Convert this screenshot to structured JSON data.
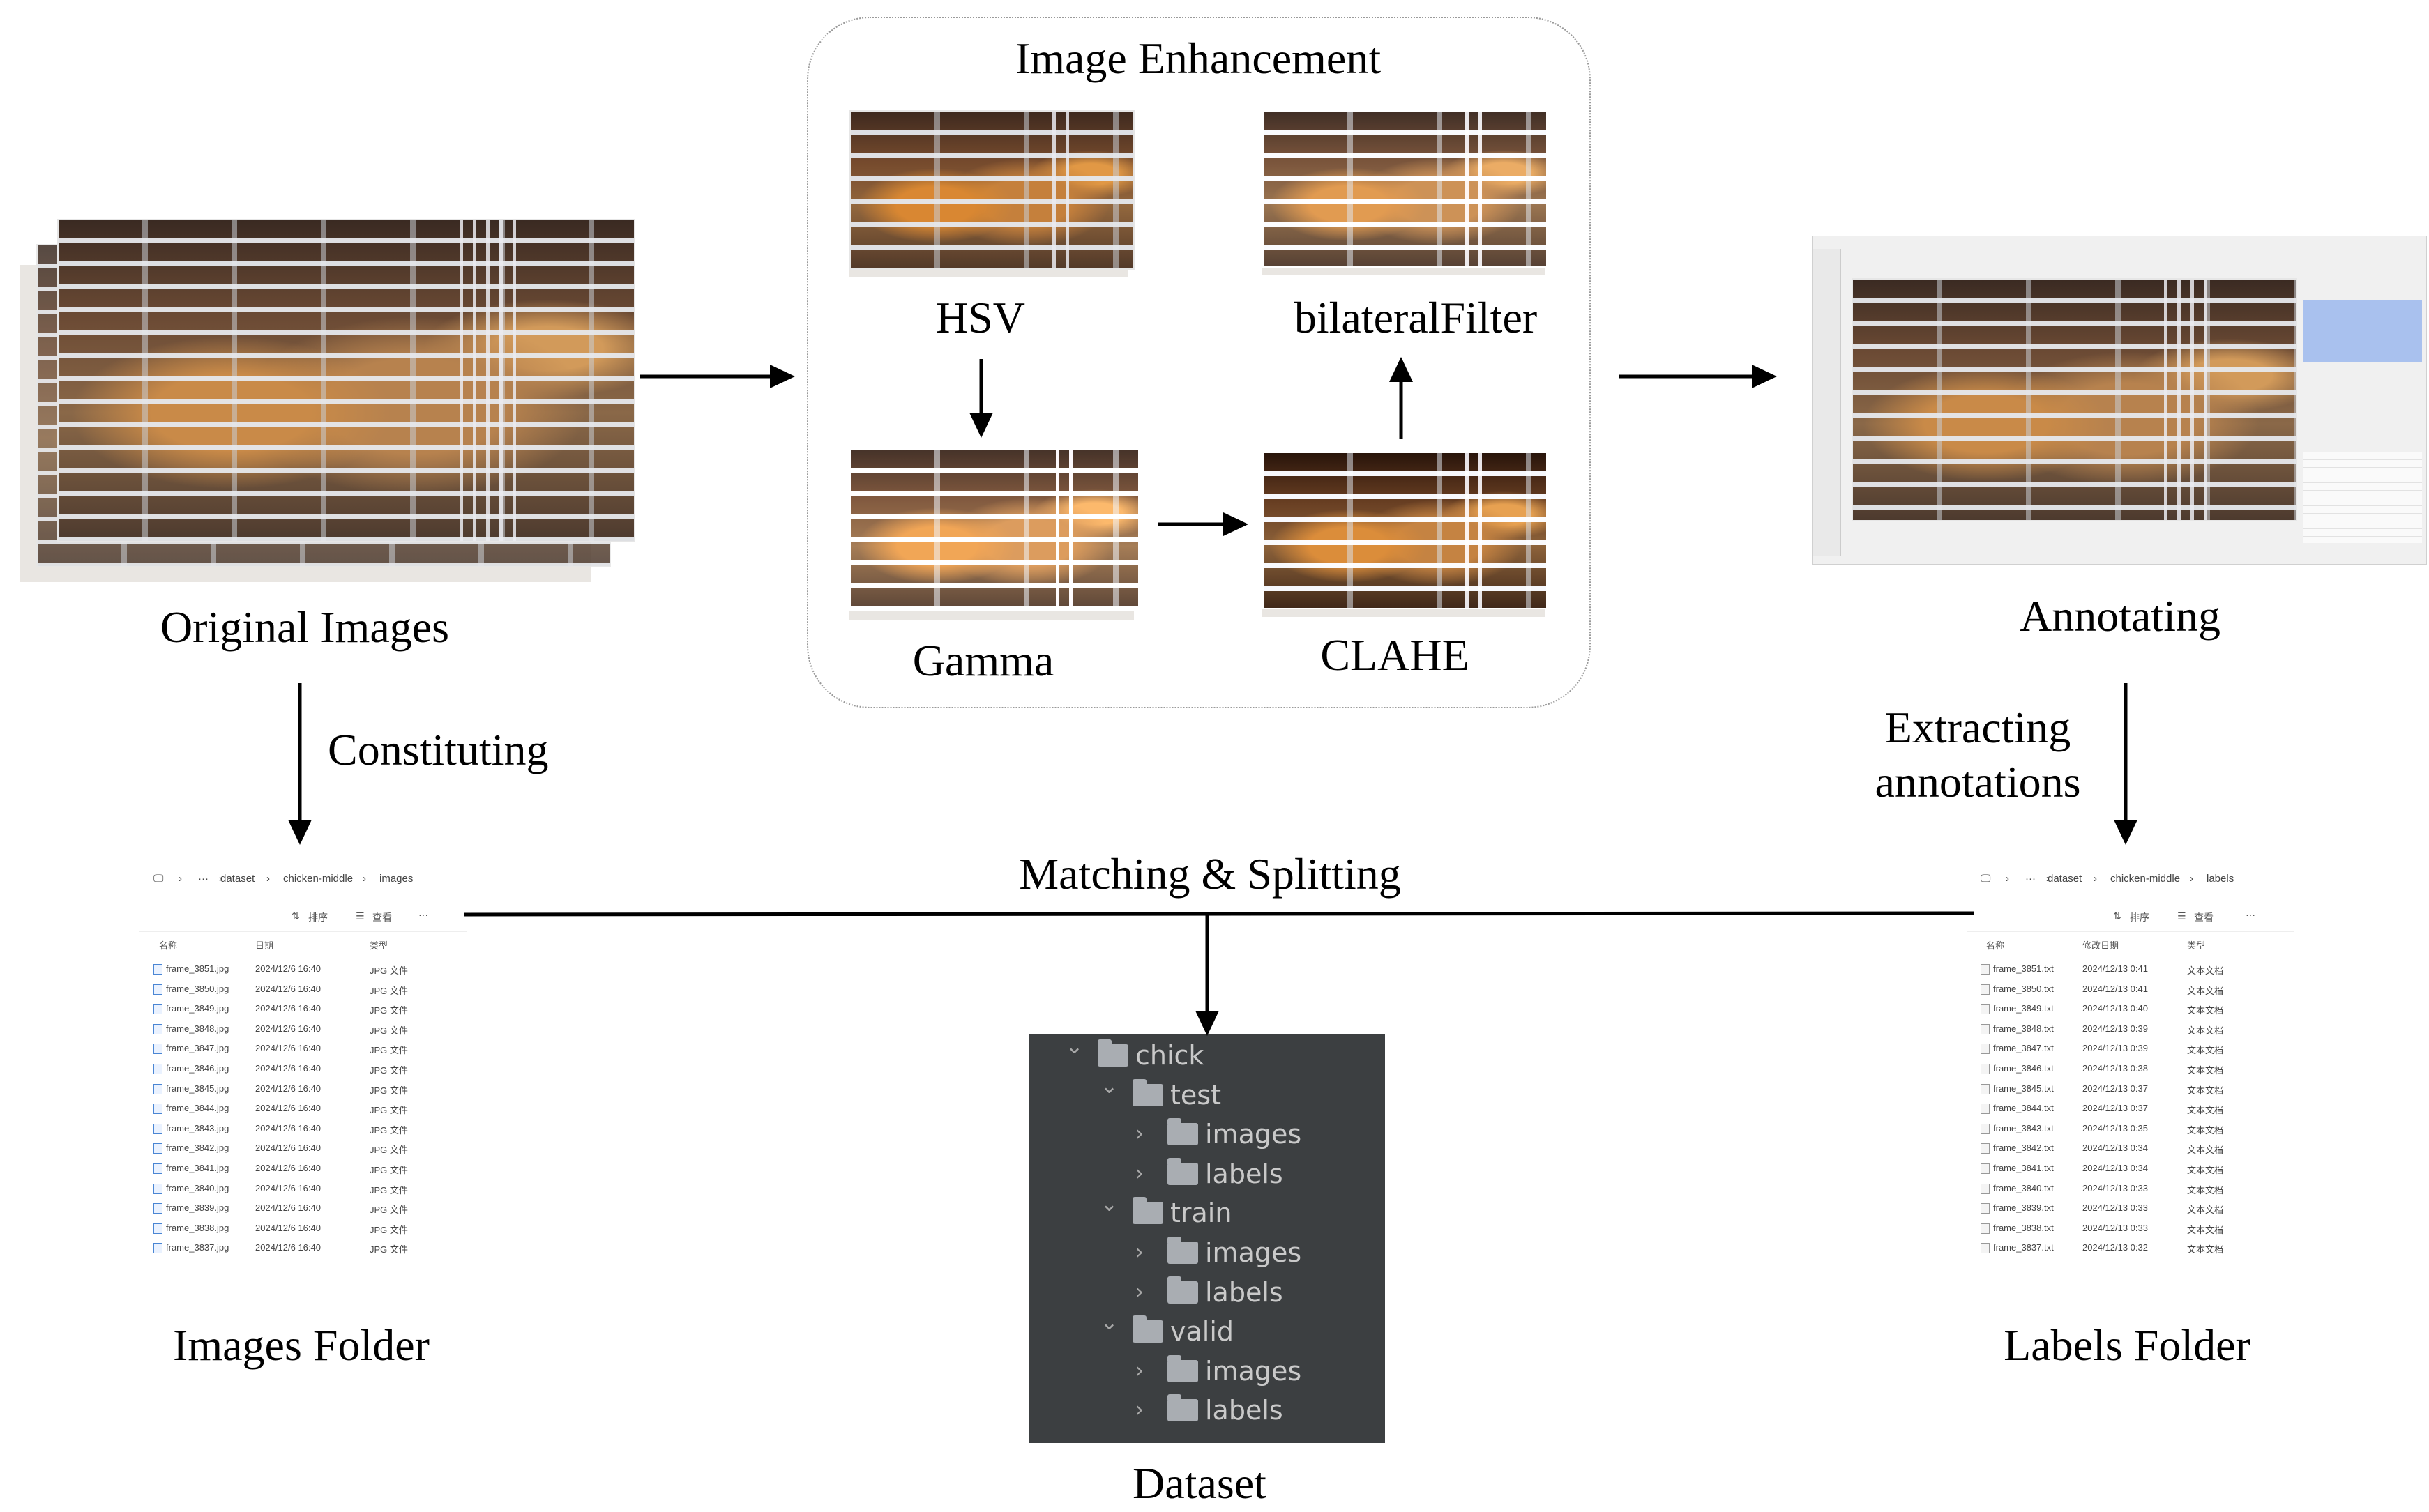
{
  "labels": {
    "original_images": "Original Images",
    "image_enhancement": "Image Enhancement",
    "hsv": "HSV",
    "bilateral_filter": "bilateralFilter",
    "gamma": "Gamma",
    "clahe": "CLAHE",
    "annotating": "Annotating",
    "constituting": "Constituting",
    "extracting_line1": "Extracting",
    "extracting_line2": "annotations",
    "matching_splitting": "Matching & Splitting",
    "images_folder": "Images  Folder",
    "dataset": "Dataset",
    "labels_folder": "Labels Folder"
  },
  "images_explorer": {
    "path": [
      "dataset",
      "chicken-middle",
      "images"
    ],
    "sort_label": "排序",
    "view_label": "查看",
    "columns": [
      "名称",
      "日期",
      "类型"
    ],
    "files": [
      {
        "name": "frame_3851.jpg",
        "date": "2024/12/6 16:40",
        "type": "JPG 文件"
      },
      {
        "name": "frame_3850.jpg",
        "date": "2024/12/6 16:40",
        "type": "JPG 文件"
      },
      {
        "name": "frame_3849.jpg",
        "date": "2024/12/6 16:40",
        "type": "JPG 文件"
      },
      {
        "name": "frame_3848.jpg",
        "date": "2024/12/6 16:40",
        "type": "JPG 文件"
      },
      {
        "name": "frame_3847.jpg",
        "date": "2024/12/6 16:40",
        "type": "JPG 文件"
      },
      {
        "name": "frame_3846.jpg",
        "date": "2024/12/6 16:40",
        "type": "JPG 文件"
      },
      {
        "name": "frame_3845.jpg",
        "date": "2024/12/6 16:40",
        "type": "JPG 文件"
      },
      {
        "name": "frame_3844.jpg",
        "date": "2024/12/6 16:40",
        "type": "JPG 文件"
      },
      {
        "name": "frame_3843.jpg",
        "date": "2024/12/6 16:40",
        "type": "JPG 文件"
      },
      {
        "name": "frame_3842.jpg",
        "date": "2024/12/6 16:40",
        "type": "JPG 文件"
      },
      {
        "name": "frame_3841.jpg",
        "date": "2024/12/6 16:40",
        "type": "JPG 文件"
      },
      {
        "name": "frame_3840.jpg",
        "date": "2024/12/6 16:40",
        "type": "JPG 文件"
      },
      {
        "name": "frame_3839.jpg",
        "date": "2024/12/6 16:40",
        "type": "JPG 文件"
      },
      {
        "name": "frame_3838.jpg",
        "date": "2024/12/6 16:40",
        "type": "JPG 文件"
      },
      {
        "name": "frame_3837.jpg",
        "date": "2024/12/6 16:40",
        "type": "JPG 文件"
      }
    ]
  },
  "labels_explorer": {
    "path": [
      "dataset",
      "chicken-middle",
      "labels"
    ],
    "sort_label": "排序",
    "view_label": "查看",
    "columns": [
      "名称",
      "修改日期",
      "类型"
    ],
    "files": [
      {
        "name": "frame_3851.txt",
        "date": "2024/12/13 0:41",
        "type": "文本文档"
      },
      {
        "name": "frame_3850.txt",
        "date": "2024/12/13 0:41",
        "type": "文本文档"
      },
      {
        "name": "frame_3849.txt",
        "date": "2024/12/13 0:40",
        "type": "文本文档"
      },
      {
        "name": "frame_3848.txt",
        "date": "2024/12/13 0:39",
        "type": "文本文档"
      },
      {
        "name": "frame_3847.txt",
        "date": "2024/12/13 0:39",
        "type": "文本文档"
      },
      {
        "name": "frame_3846.txt",
        "date": "2024/12/13 0:38",
        "type": "文本文档"
      },
      {
        "name": "frame_3845.txt",
        "date": "2024/12/13 0:37",
        "type": "文本文档"
      },
      {
        "name": "frame_3844.txt",
        "date": "2024/12/13 0:37",
        "type": "文本文档"
      },
      {
        "name": "frame_3843.txt",
        "date": "2024/12/13 0:35",
        "type": "文本文档"
      },
      {
        "name": "frame_3842.txt",
        "date": "2024/12/13 0:34",
        "type": "文本文档"
      },
      {
        "name": "frame_3841.txt",
        "date": "2024/12/13 0:34",
        "type": "文本文档"
      },
      {
        "name": "frame_3840.txt",
        "date": "2024/12/13 0:33",
        "type": "文本文档"
      },
      {
        "name": "frame_3839.txt",
        "date": "2024/12/13 0:33",
        "type": "文本文档"
      },
      {
        "name": "frame_3838.txt",
        "date": "2024/12/13 0:33",
        "type": "文本文档"
      },
      {
        "name": "frame_3837.txt",
        "date": "2024/12/13 0:32",
        "type": "文本文档"
      }
    ]
  },
  "dataset_tree": [
    {
      "label": "chick",
      "depth": 0,
      "expanded": true
    },
    {
      "label": "test",
      "depth": 1,
      "expanded": true
    },
    {
      "label": "images",
      "depth": 2,
      "expanded": false
    },
    {
      "label": "labels",
      "depth": 2,
      "expanded": false
    },
    {
      "label": "train",
      "depth": 1,
      "expanded": true
    },
    {
      "label": "images",
      "depth": 2,
      "expanded": false
    },
    {
      "label": "labels",
      "depth": 2,
      "expanded": false
    },
    {
      "label": "valid",
      "depth": 1,
      "expanded": true
    },
    {
      "label": "images",
      "depth": 2,
      "expanded": false
    },
    {
      "label": "labels",
      "depth": 2,
      "expanded": false
    }
  ],
  "colors": {
    "tree_background": "#3c3f41",
    "tree_text": "#c9c9c9",
    "annotation_list_highlight": "#a9c1ee"
  }
}
